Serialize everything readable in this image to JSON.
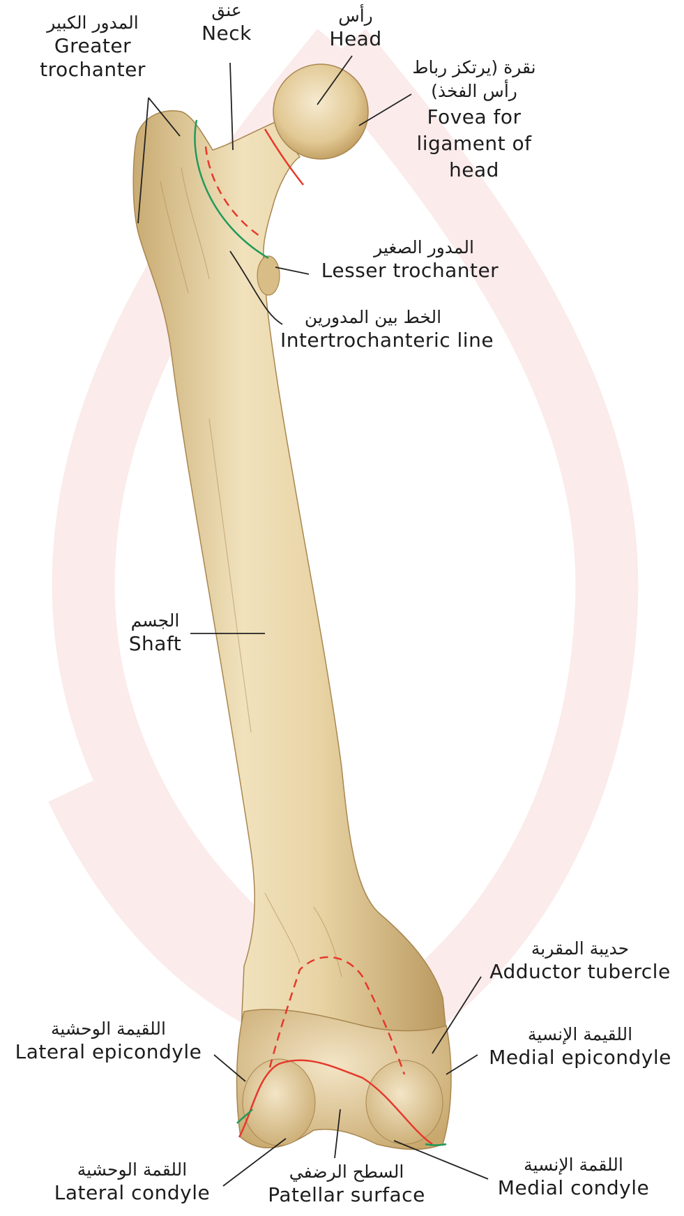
{
  "labels": {
    "greater_trochanter": {
      "ar": "المدور الكبير",
      "en1": "Greater",
      "en2": "trochanter"
    },
    "neck": {
      "ar": "عنق",
      "en": "Neck"
    },
    "head": {
      "ar": "رأس",
      "en": "Head"
    },
    "fovea": {
      "ar1": "نقرة (يرتكز رباط",
      "ar2": "رأس الفخذ)",
      "en1": "Fovea for",
      "en2": "ligament of",
      "en3": "head"
    },
    "lesser_trochanter": {
      "ar": "المدور الصغير",
      "en": "Lesser trochanter"
    },
    "intertrochanteric_line": {
      "ar": "الخط بين المدورين",
      "en": "Intertrochanteric line"
    },
    "shaft": {
      "ar": "الجسم",
      "en": "Shaft"
    },
    "adductor_tubercle": {
      "ar": "حديبة المقربة",
      "en": "Adductor tubercle"
    },
    "lateral_epicondyle": {
      "ar": "اللقيمة الوحشية",
      "en": "Lateral epicondyle"
    },
    "medial_epicondyle": {
      "ar": "اللقيمة الإنسية",
      "en": "Medial epicondyle"
    },
    "lateral_condyle": {
      "ar": "اللقمة الوحشية",
      "en": "Lateral condyle"
    },
    "patellar_surface": {
      "ar": "السطح الرضفي",
      "en": "Patellar surface"
    },
    "medial_condyle": {
      "ar": "اللقمة الإنسية",
      "en": "Medial condyle"
    }
  },
  "colors": {
    "bone": "#e8d3a4",
    "bone_shade": "#c9ab72",
    "capsule_line_red": "#e5392b",
    "capsule_line_green": "#1f9a5a",
    "watermark": "#fbe9e9",
    "leader": "#222222"
  }
}
